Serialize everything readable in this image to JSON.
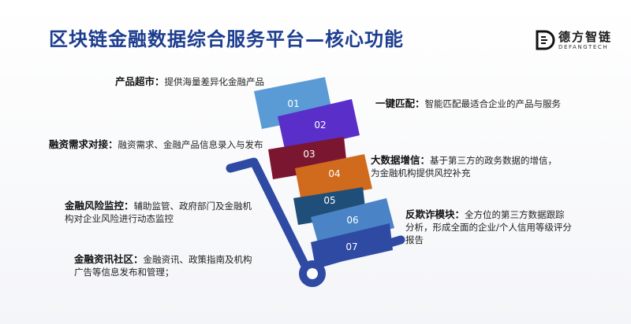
{
  "header": {
    "title": "区块链金融数据综合服务平台—核心功能"
  },
  "brand": {
    "name": "德方智链",
    "subname": "DEFANGTECH",
    "logo_color": "#111111"
  },
  "boxes": [
    {
      "num": "01",
      "color": "#5b9bd5"
    },
    {
      "num": "02",
      "color": "#5a2ec9"
    },
    {
      "num": "03",
      "color": "#7a1630"
    },
    {
      "num": "04",
      "color": "#d06a1c"
    },
    {
      "num": "05",
      "color": "#1f4e79"
    },
    {
      "num": "06",
      "color": "#4a84c6"
    },
    {
      "num": "07",
      "color": "#2f4aa3"
    }
  ],
  "cart_color": "#2f4aa3",
  "items": [
    {
      "label": "产品超市：",
      "text": "提供海量差异化金融产品"
    },
    {
      "label": "一键匹配：",
      "text": "智能匹配最适合企业的产品与服务"
    },
    {
      "label": "融资需求对接：",
      "text": "融资需求、金融产品信息录入与发布"
    },
    {
      "label": "大数据增信：",
      "text": "基于第三方的政务数据的增信，",
      "text2": "为金融机构提供风控补充"
    },
    {
      "label": "金融风险监控：",
      "text": "辅助监管、政府部门及金融机",
      "text2": "构对企业风险进行动态监控"
    },
    {
      "label": "反欺诈模块：",
      "text": "全方位的第三方数据跟踪",
      "text2": "分析，形成全面的企业/个人信用等级评分",
      "text3": "报告"
    },
    {
      "label": "金融资讯社区：",
      "text": "金融资讯、政策指南及机构",
      "text2": "广告等信息发布和管理；"
    }
  ]
}
